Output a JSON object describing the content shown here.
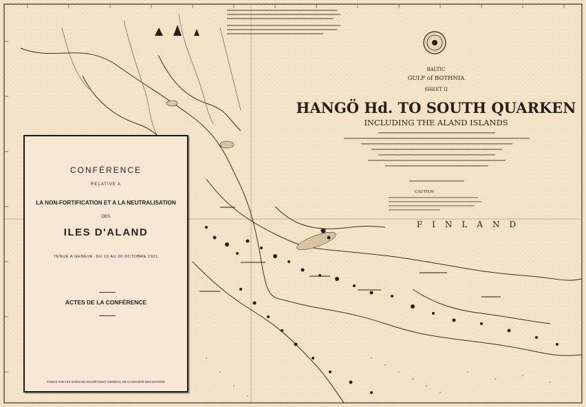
{
  "chart": {
    "topline": "BALTIC",
    "gulf": "GULF of BOTHNIA",
    "sheet": "SHEET II",
    "title": "HANGÖ Hd. TO SOUTH QUARKEN",
    "subtitle": "INCLUDING THE ALAND ISLANDS",
    "country": "FINLAND",
    "caution": "CAUTION"
  },
  "document": {
    "line1": "CONFÉRENCE",
    "line2": "RELATIVE A",
    "line3": "LA NON-FORTIFICATION ET A LA NEUTRALISATION",
    "line4": "DES",
    "line5": "ILES D'ALAND",
    "line6": "TENUE A GENÈVE, DU 10 AU 20 OCTOBRE 1921",
    "line7": "ACTES DE LA CONFÉRENCE",
    "footer": "PUBLIÉ PAR LES SOINS DU SECRÉTARIAT GÉNÉRAL DE LA SOCIÉTÉ DES NATIONS"
  },
  "colors": {
    "paper": "#f3e3c8",
    "ink": "#2a1f17",
    "cover": "#f4e7d4"
  },
  "icons": [
    "compass-rose-icon",
    "seal-emblem-icon",
    "lighthouse-icon"
  ]
}
